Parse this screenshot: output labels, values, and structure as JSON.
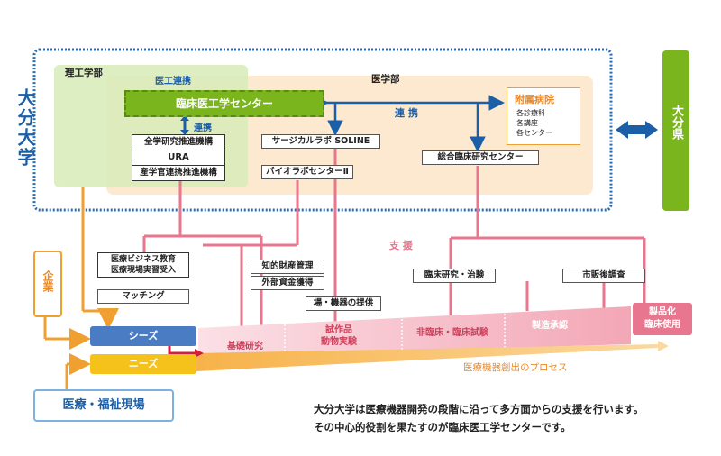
{
  "university": {
    "name": "大分大学",
    "faculty_science": "理工学部",
    "faculty_medicine": "医学部",
    "collab_medeng": "医工連携",
    "center": "臨床医工学センター",
    "collab_small": "連携",
    "collab_main": "連 携",
    "units_left": [
      "全学研究推進機構",
      "URA",
      "産学官連携推進機構"
    ],
    "soline": "サージカルラボ SOLINE",
    "bio": "バイオラボセンターⅡ",
    "clinical_center": "総合臨床研究センター",
    "hospital": {
      "title": "附属病院",
      "items": [
        "各診療科",
        "各講座",
        "各センター"
      ]
    }
  },
  "prefecture": "大分県",
  "support_label": "支 援",
  "support_boxes": {
    "education": [
      "医療ビジネス教育",
      "医療現場実習受入"
    ],
    "matching": "マッチング",
    "ip": "知的財産管理",
    "funding": "外部資金獲得",
    "place": "場・機器の提供",
    "clinical_research": "臨床研究・治験",
    "post_market": "市販後調査"
  },
  "actors": {
    "company": "企業",
    "field": "医療・福祉現場",
    "seeds": "シーズ",
    "needs": "ニーズ"
  },
  "process": {
    "stages": [
      "基礎研究",
      "試作品\n動物実験",
      "非臨床・臨床試験",
      "製造承認"
    ],
    "final": "製品化\n臨床使用",
    "caption": "医療機器創出のプロセス"
  },
  "description": [
    "大分大学は医療機器開発の段階に沿って多方面からの支援を行います。",
    "その中心的役割を果たすのが臨床医工学センターです。"
  ],
  "colors": {
    "blue": "#1a5fa8",
    "green": "#7ab51d",
    "pink": "#e8768e",
    "orange": "#f0a030",
    "peach": "#fde4c8",
    "lightgreen": "#d8ebb8"
  }
}
